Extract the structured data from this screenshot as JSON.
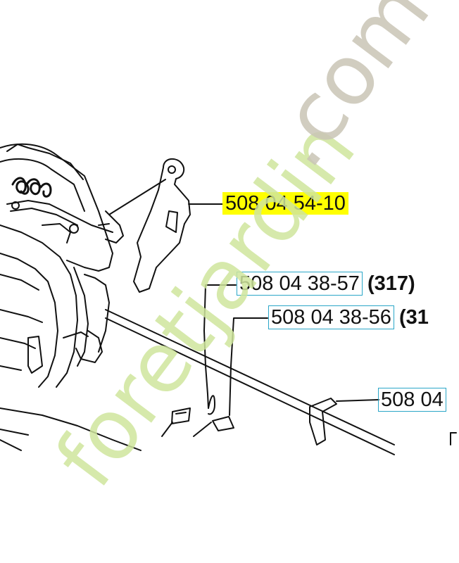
{
  "parts": [
    {
      "number": "508 04 54-10",
      "qty": "",
      "style": "highlight"
    },
    {
      "number": "508 04 38-57",
      "qty": "(317)",
      "style": "boxed"
    },
    {
      "number": "508 04 38-56",
      "qty": "(31",
      "style": "boxed"
    },
    {
      "number": "508 04",
      "qty": "",
      "style": "boxed"
    }
  ],
  "watermark": {
    "text_green": "foretjardin",
    "text_gray": ".com",
    "color_green": "#cfe59c",
    "color_gray": "#c9c4b5"
  },
  "colors": {
    "highlight": "#ffff00",
    "label_box": "#2aa6c8",
    "line": "#111111"
  }
}
